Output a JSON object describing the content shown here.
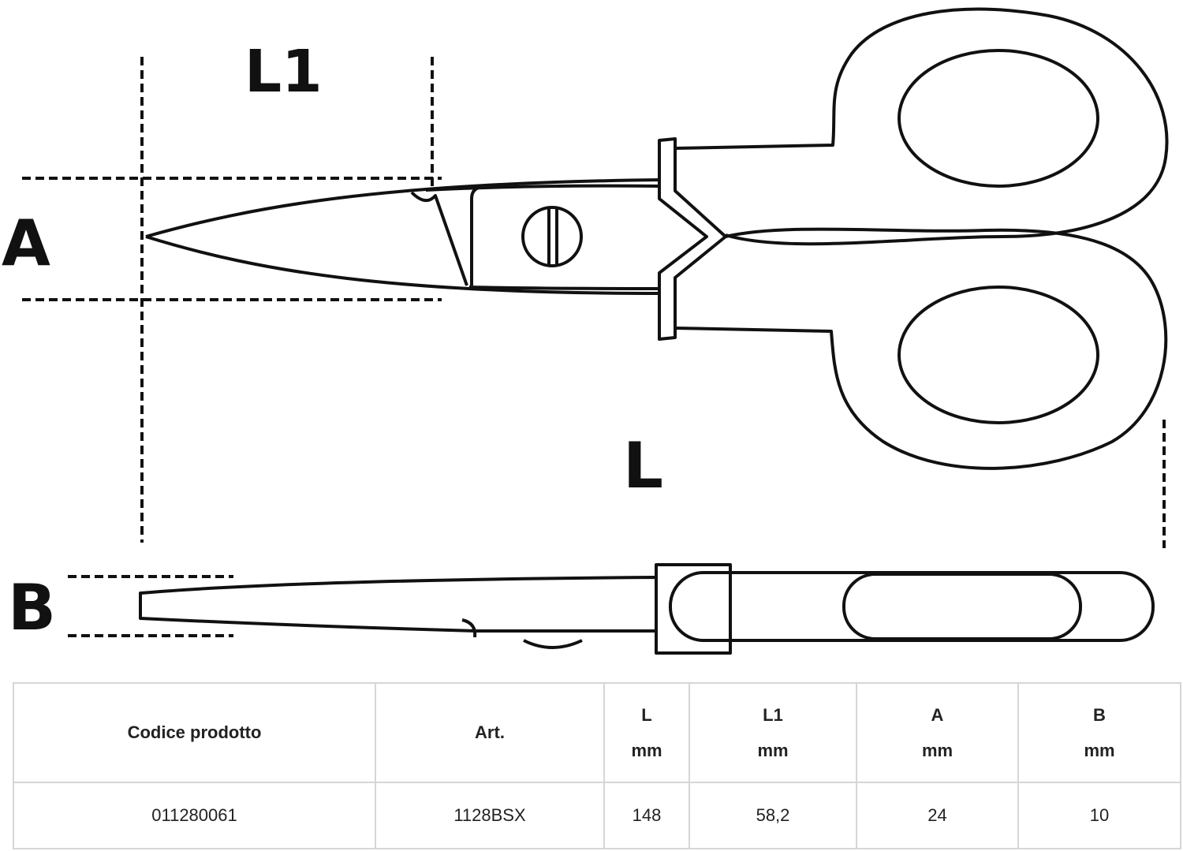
{
  "labels": {
    "l1": "L1",
    "a": "A",
    "l": "L",
    "b": "B"
  },
  "table": {
    "headers": [
      {
        "top": "Codice prodotto",
        "unit": ""
      },
      {
        "top": "Art.",
        "unit": ""
      },
      {
        "top": "L",
        "unit": "mm"
      },
      {
        "top": "L1",
        "unit": "mm"
      },
      {
        "top": "A",
        "unit": "mm"
      },
      {
        "top": "B",
        "unit": "mm"
      }
    ],
    "rows": [
      [
        "011280061",
        "1128BSX",
        "148",
        "58,2",
        "24",
        "10"
      ]
    ]
  }
}
